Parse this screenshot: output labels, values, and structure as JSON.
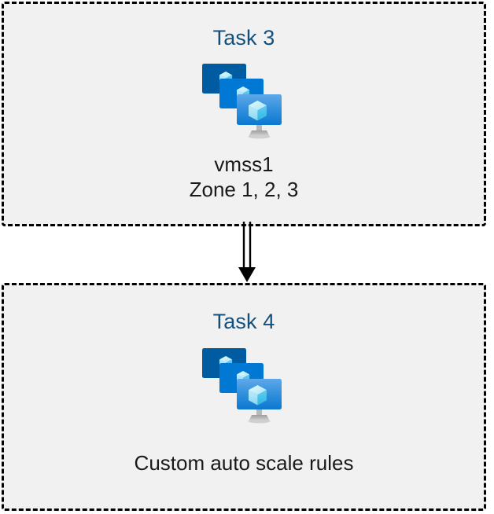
{
  "diagram": {
    "background_color": "#ffffff",
    "panel_fill_color": "#f1f1f1",
    "panel_border_color": "#000000",
    "heading_color": "#13507e",
    "caption_color": "#1a1a1a",
    "connector_color": "#000000",
    "panels": [
      {
        "id": "task-3",
        "heading": "Task 3",
        "icon": "azure-vm-scale-set-icon",
        "captions": [
          "vmss1",
          "Zone 1, 2, 3"
        ]
      },
      {
        "id": "task-4",
        "heading": "Task 4",
        "icon": "azure-vm-scale-set-icon",
        "captions": [
          "Custom auto scale rules"
        ]
      }
    ],
    "connector": {
      "name": "double-line-down-arrow",
      "from": "Task 3",
      "to": "Task 4",
      "style": "double-line with solid triangular arrowhead"
    },
    "icon_palette": {
      "monitor_back": "#005ba1",
      "monitor_middle": "#0078d4",
      "monitor_front_top": "#50a0e6",
      "monitor_front_bottom": "#0f7ad2",
      "cube_light": "#c3f1fb",
      "cube_mid": "#9cdcf5",
      "cube_dark": "#32bcea",
      "stand": "#b3b3b3"
    }
  }
}
